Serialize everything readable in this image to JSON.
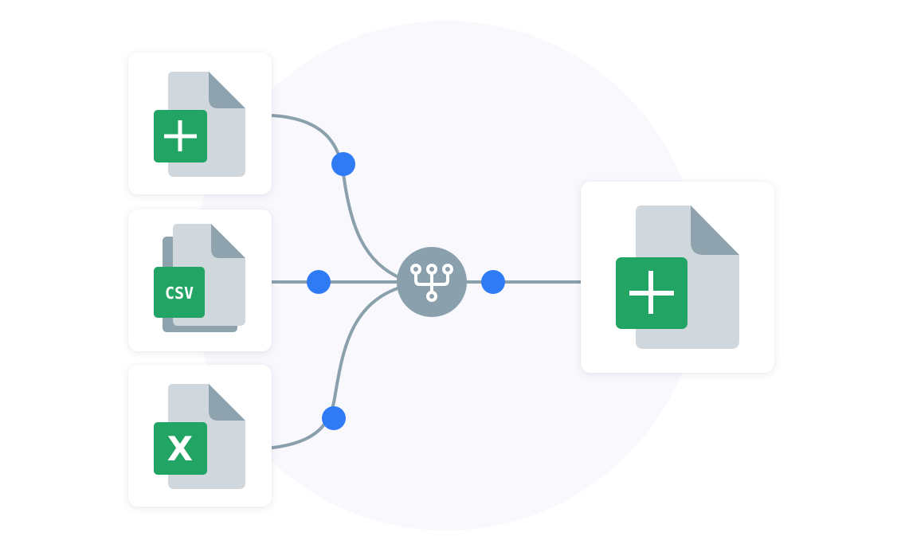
{
  "inputs": [
    {
      "id": "sheets-input",
      "badge_icon": "plus-icon",
      "badge_text": ""
    },
    {
      "id": "csv-input",
      "badge_icon": "csv-label",
      "badge_text": "CSV"
    },
    {
      "id": "excel-input",
      "badge_icon": "x-letter-icon",
      "badge_text": "X"
    }
  ],
  "output": {
    "id": "sheets-output",
    "badge_icon": "plus-icon"
  },
  "hub": {
    "icon": "merge-tree-icon"
  },
  "colors": {
    "background_circle": "#f8f8fd",
    "card": "#ffffff",
    "wire": "#8aa0ac",
    "connector_dot": "#2f7af5",
    "hub_fill": "#8aa0ac",
    "document_page": "#d0d8de",
    "document_fold": "#8fa3ae",
    "badge_green": "#21a464"
  }
}
